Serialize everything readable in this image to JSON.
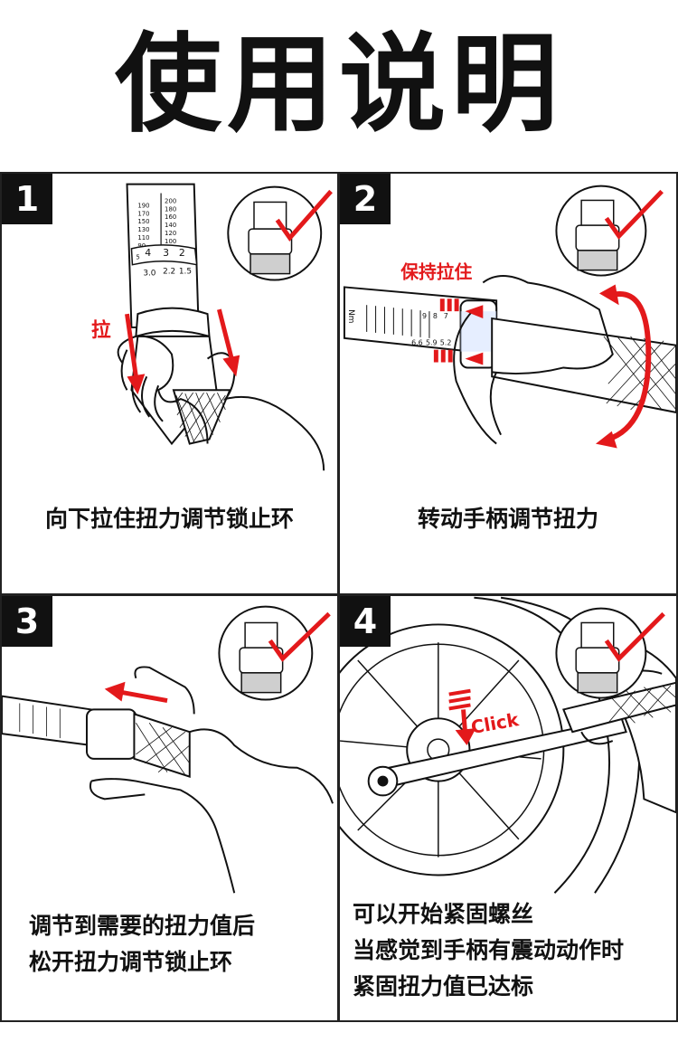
{
  "title": "使用说明",
  "colors": {
    "accent": "#e3191b",
    "ink": "#111111"
  },
  "steps": [
    {
      "number": "1",
      "caption_lines": [
        "向下拉住扭力调节锁止环"
      ],
      "label": "拉",
      "scale": {
        "left": [
          "190",
          "170",
          "150",
          "130",
          "110",
          "90"
        ],
        "right": [
          "200",
          "180",
          "160",
          "140",
          "120",
          "100"
        ],
        "row1": [
          "5",
          "4",
          "3",
          "2"
        ],
        "row2": [
          "3.0",
          "2.2",
          "1.5"
        ]
      }
    },
    {
      "number": "2",
      "caption_lines": [
        "转动手柄调节扭力"
      ],
      "label": "保持拉住",
      "scale": {
        "unit": "Nm",
        "ticks": [
          "9",
          "8",
          "7"
        ],
        "ticks2": [
          "6.6",
          "5.9",
          "5.2"
        ]
      }
    },
    {
      "number": "3",
      "caption_lines": [
        "调节到需要的扭力值后",
        "松开扭力调节锁止环"
      ]
    },
    {
      "number": "4",
      "caption_lines": [
        "可以开始紧固螺丝",
        "当感觉到手柄有震动动作时",
        "紧固扭力值已达标"
      ],
      "label": "Click"
    }
  ]
}
